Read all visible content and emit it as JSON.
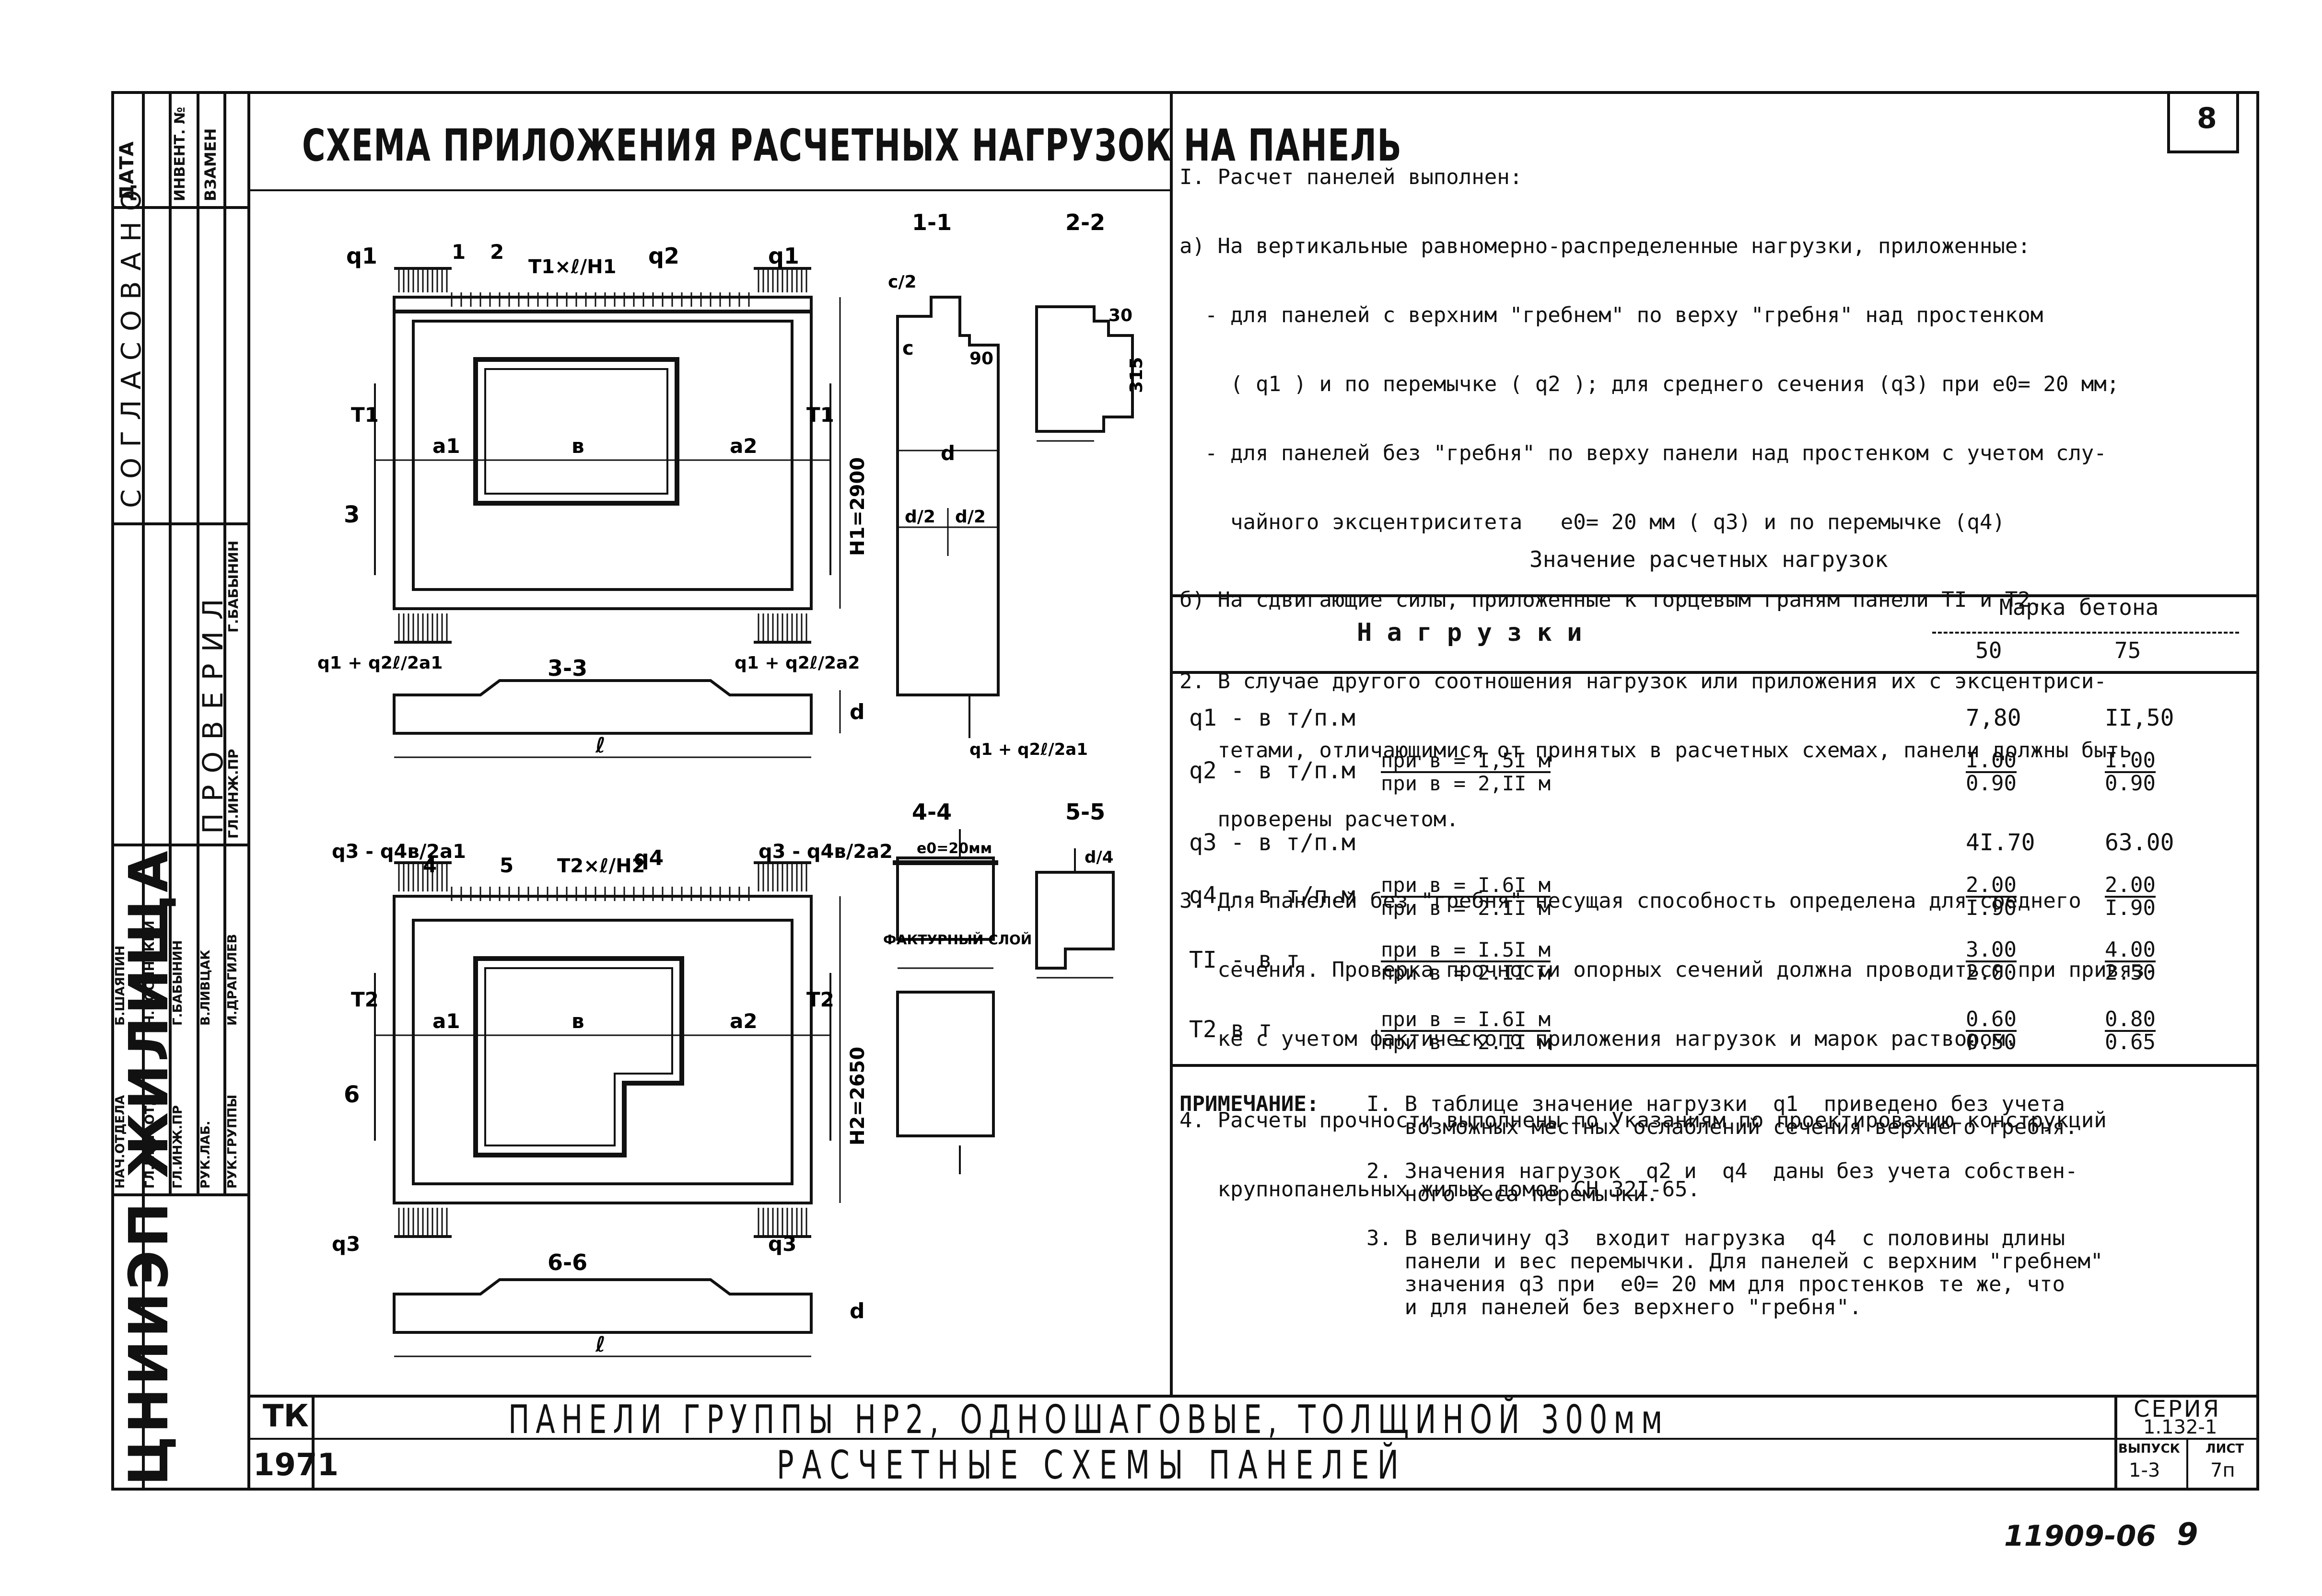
{
  "page": {
    "sheet_number": "8",
    "drawing_title": "СХЕМА ПРИЛОЖЕНИЯ РАСЧЕТНЫХ НАГРУЗОК НА ПАНЕЛЬ",
    "page_number": "9",
    "archive_number": "11909-06"
  },
  "left_strip": {
    "header_cols": [
      "ДАТА",
      "ИНВЕНТ. №",
      "ВЗАМЕН"
    ],
    "approved_label": "СОГЛАСОВАНО",
    "checked_label": "ПРОВЕРИЛ",
    "checked_rows": [
      {
        "role": "ГЛ.ИНЖ.ПР",
        "name": "Г.БАБЫНИН"
      }
    ],
    "staff": [
      {
        "role": "НАЧ.ОТДЕЛА",
        "name": "Б.ШАЯПИН"
      },
      {
        "role": "ГЛ.ИНЖ.ОТД",
        "name": "Н.РОСИНСКИЙ"
      },
      {
        "role": "ГЛ.ИНЖ.ПР",
        "name": "Г.БАБЫНИН"
      },
      {
        "role": "РУК.ЛАБ.",
        "name": "В.ЛИВЦАК"
      },
      {
        "role": "РУК.ГРУППЫ",
        "name": "И.ДРАГИЛЕВ"
      }
    ],
    "institute": "ЦНИИЭП ЖИЛИЩА"
  },
  "diagrams": {
    "top_panel": {
      "loads": [
        "q1",
        "q2",
        "q1"
      ],
      "sections": [
        "1",
        "2",
        "3"
      ],
      "shear": "T1×ℓ/H1",
      "labels": [
        "a1",
        "в",
        "a2",
        "T1",
        "T1"
      ],
      "height": "H1=2900",
      "bottom_loads": [
        "q1 + q2ℓ/2a1",
        "q1 + q2ℓ/2a2"
      ],
      "section_title": "3-3",
      "length": "ℓ",
      "thickness": "d"
    },
    "bottom_panel": {
      "loads": [
        "q3 - q4в/2a1",
        "q4",
        "q3 - q4в/2a2"
      ],
      "sections": [
        "4",
        "5",
        "6"
      ],
      "shear": "T2×ℓ/H2",
      "labels": [
        "a1",
        "в",
        "a2",
        "T2",
        "T2"
      ],
      "height": "H2=2650",
      "bottom_loads": [
        "q3",
        "q3"
      ],
      "section_title": "6-6",
      "length": "ℓ",
      "thickness": "d"
    },
    "sections": {
      "s11": "1-1",
      "s22": "2-2",
      "s44": "4-4",
      "s55": "5-5",
      "dims": [
        "c/2",
        "c",
        "90",
        "30",
        "315",
        "d",
        "d/2",
        "d/2",
        "d/4",
        "e0=20мм"
      ],
      "facing_layer": "ФАКТУРНЫЙ СЛОЙ",
      "reaction": "q1 + q2ℓ/2a1"
    }
  },
  "notes": [
    "I. Расчет панелей выполнен:",
    "а) На вертикальные равномерно-распределенные нагрузки, приложенные:",
    "  - для панелей с верхним \"гребнем\" по верху \"гребня\" над простенком",
    "    ( q1 ) и по перемычке ( q2 ); для среднего сечения (q3) при e0= 20 мм;",
    "  - для панелей без \"гребня\" по верху панели над простенком с учетом слу-",
    "    чайного эксцентриситета   e0= 20 мм ( q3) и по перемычке (q4)",
    "б) На сдвигающие силы, приложенные к торцевым граням панели TI и T2.",
    "2. В случае другого соотношения нагрузок или приложения их с эксцентриси-",
    "   тетами, отличающимися от принятых в расчетных схемах, панели должны быть",
    "   проверены расчетом.",
    "3. Для панелей без \"гребня\" несущая способность определена для среднего",
    "   сечения. Проверка прочности опорных сечений должна проводиться при привяз-",
    "   ке с учетом фактического приложения нагрузок и марок раствором.",
    "4. Расчеты прочности выполнены по Указаниям по проектированию конструкций",
    "   крупнопанельных жилых домов СН 32I-65."
  ],
  "table": {
    "caption": "Значение расчетных нагрузок",
    "col_load": "Н а г р у з к и",
    "col_grade": "Марка бетона",
    "grades": [
      "50",
      "75"
    ],
    "rows": [
      {
        "name": "q1 - в т/п.м",
        "cond_top": "",
        "cond_bot": "",
        "v50_top": "7,80",
        "v50_bot": "",
        "v75_top": "II,50",
        "v75_bot": ""
      },
      {
        "name": "q2 - в т/п.м",
        "cond_top": "при в = I,5I м",
        "cond_bot": "при в = 2,II м",
        "v50_top": "I.00",
        "v50_bot": "0.90",
        "v75_top": "I.00",
        "v75_bot": "0.90"
      },
      {
        "name": "q3 - в т/п.м",
        "cond_top": "",
        "cond_bot": "",
        "v50_top": "4I.70",
        "v50_bot": "",
        "v75_top": "63.00",
        "v75_bot": ""
      },
      {
        "name": "q4 - в т/п.м",
        "cond_top": "при в = I.6I м",
        "cond_bot": "при в = 2.II м",
        "v50_top": "2.00",
        "v50_bot": "I.90",
        "v75_top": "2.00",
        "v75_bot": "I.90"
      },
      {
        "name": "TI - в т",
        "cond_top": "при в = I.5I м",
        "cond_bot": "при в = 2.II м",
        "v50_top": "3.00",
        "v50_bot": "2.00",
        "v75_top": "4.00",
        "v75_bot": "2.50"
      },
      {
        "name": "T2  в т",
        "cond_top": "при в = I.6I м",
        "cond_bot": "при в = 2.II м",
        "v50_top": "0.60",
        "v50_bot": "0.50",
        "v75_top": "0.80",
        "v75_bot": "0.65"
      }
    ]
  },
  "remark": {
    "label": "ПРИМЕЧАНИЕ:",
    "items": [
      "I. В таблице значение нагрузки  q1  приведено без учета\n   возможных местных ослаблений сечения верхнего гребня.",
      "2. Значения нагрузок  q2 и  q4  даны без учета собствен-\n   ного веса перемычки.",
      "3. В величину q3  входит нагрузка  q4  с половины длины\n   панели и вес перемычки. Для панелей с верхним \"гребнем\"\n   значения q3 при  e0= 20 мм для простенков те же, что\n   и для панелей без верхнего \"гребня\"."
    ]
  },
  "title_block": {
    "code": "ТК",
    "year": "1971",
    "line1": "ПАНЕЛИ ГРУППЫ НР2, ОДНОШАГОВЫЕ, ТОЛЩИНОЙ 300мм",
    "line2": "РАСЧЕТНЫЕ СХЕМЫ ПАНЕЛЕЙ",
    "series_label": "СЕРИЯ",
    "series": "1.132-1",
    "issue_label": "ВЫПУСК",
    "issue": "1-3",
    "sheet_label": "ЛИСТ",
    "sheet": "7п"
  }
}
